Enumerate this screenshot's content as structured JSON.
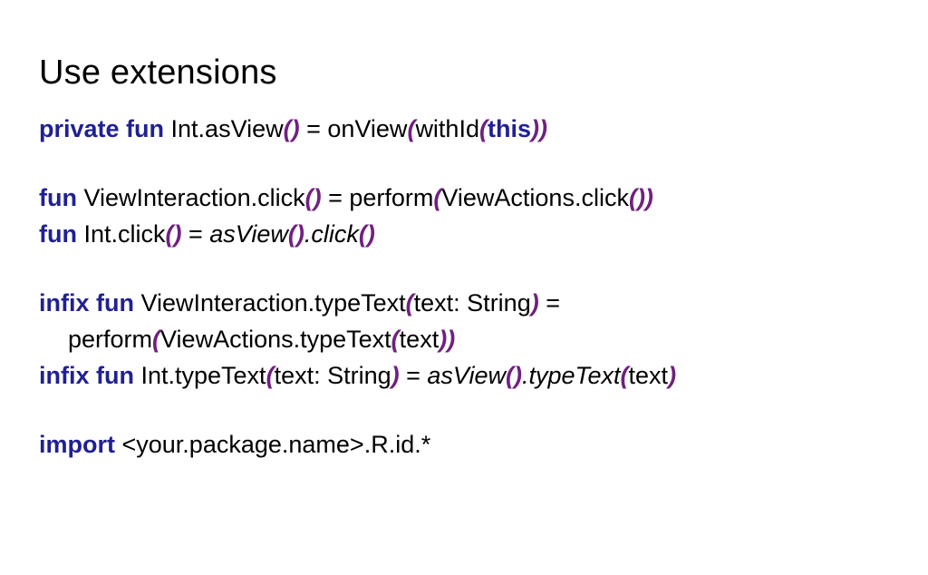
{
  "slide": {
    "title": "Use extensions",
    "colors": {
      "background": "#ffffff",
      "title": "#000000",
      "keyword": "#202095",
      "plain": "#000000",
      "bracket": "#70207f"
    },
    "token_styles": {
      "k": "keyword-bold-navy",
      "p": "plain-black",
      "b": "bracket-bold-italic-purple",
      "i": "identifier-italic-black"
    },
    "code_lines": [
      {
        "indent": false,
        "segments": [
          {
            "s": "k",
            "t": "private fun "
          },
          {
            "s": "p",
            "t": "Int.asView"
          },
          {
            "s": "b",
            "t": "()"
          },
          {
            "s": "p",
            "t": " = onView"
          },
          {
            "s": "b",
            "t": "("
          },
          {
            "s": "p",
            "t": "withId"
          },
          {
            "s": "b",
            "t": "("
          },
          {
            "s": "k",
            "t": "this"
          },
          {
            "s": "b",
            "t": "))"
          }
        ]
      },
      {
        "indent": false,
        "segments": []
      },
      {
        "indent": false,
        "segments": [
          {
            "s": "k",
            "t": "fun "
          },
          {
            "s": "p",
            "t": "ViewInteraction.click"
          },
          {
            "s": "b",
            "t": "()"
          },
          {
            "s": "p",
            "t": " = perform"
          },
          {
            "s": "b",
            "t": "("
          },
          {
            "s": "p",
            "t": "ViewActions.click"
          },
          {
            "s": "b",
            "t": "())"
          }
        ]
      },
      {
        "indent": false,
        "segments": [
          {
            "s": "k",
            "t": "fun "
          },
          {
            "s": "p",
            "t": "Int.click"
          },
          {
            "s": "b",
            "t": "()"
          },
          {
            "s": "p",
            "t": " = "
          },
          {
            "s": "i",
            "t": "asView"
          },
          {
            "s": "b",
            "t": "()"
          },
          {
            "s": "i",
            "t": ".click"
          },
          {
            "s": "b",
            "t": "()"
          }
        ]
      },
      {
        "indent": false,
        "segments": []
      },
      {
        "indent": false,
        "segments": [
          {
            "s": "k",
            "t": "infix fun "
          },
          {
            "s": "p",
            "t": "ViewInteraction.typeText"
          },
          {
            "s": "b",
            "t": "("
          },
          {
            "s": "p",
            "t": "text: String"
          },
          {
            "s": "b",
            "t": ")"
          },
          {
            "s": "p",
            "t": " ="
          }
        ]
      },
      {
        "indent": true,
        "segments": [
          {
            "s": "p",
            "t": "perform"
          },
          {
            "s": "b",
            "t": "("
          },
          {
            "s": "p",
            "t": "ViewActions.typeText"
          },
          {
            "s": "b",
            "t": "("
          },
          {
            "s": "p",
            "t": "text"
          },
          {
            "s": "b",
            "t": "))"
          }
        ]
      },
      {
        "indent": false,
        "segments": [
          {
            "s": "k",
            "t": "infix fun "
          },
          {
            "s": "p",
            "t": "Int.typeText"
          },
          {
            "s": "b",
            "t": "("
          },
          {
            "s": "p",
            "t": "text: String"
          },
          {
            "s": "b",
            "t": ")"
          },
          {
            "s": "p",
            "t": " = "
          },
          {
            "s": "i",
            "t": "asView"
          },
          {
            "s": "b",
            "t": "()"
          },
          {
            "s": "i",
            "t": ".typeText"
          },
          {
            "s": "b",
            "t": "("
          },
          {
            "s": "p",
            "t": "text"
          },
          {
            "s": "b",
            "t": ")"
          }
        ]
      },
      {
        "indent": false,
        "segments": []
      },
      {
        "indent": false,
        "segments": [
          {
            "s": "k",
            "t": "import "
          },
          {
            "s": "p",
            "t": "<your.package.name>.R.id.*"
          }
        ]
      }
    ]
  }
}
